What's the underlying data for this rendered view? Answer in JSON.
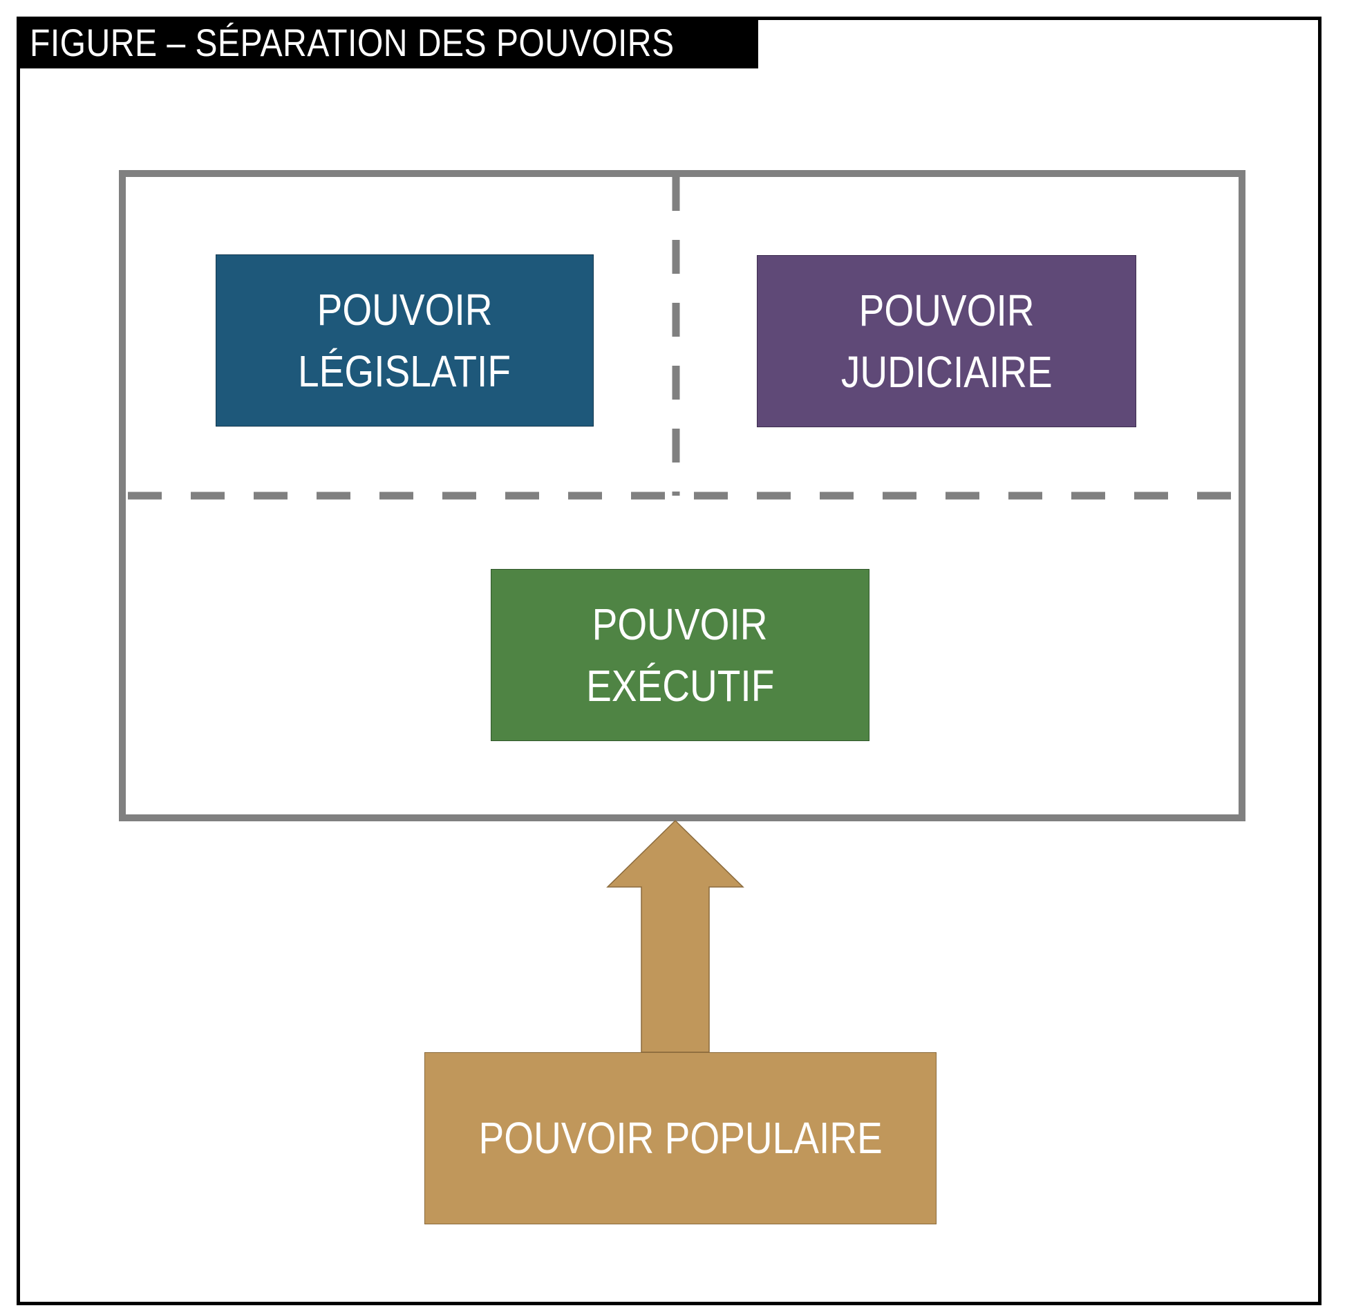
{
  "figure": {
    "title": "FIGURE – SÉPARATION DES POUVOIRS"
  },
  "powers": {
    "legislative": {
      "line1": "POUVOIR",
      "line2": "LÉGISLATIF"
    },
    "judiciary": {
      "line1": "POUVOIR",
      "line2": "JUDICIAIRE"
    },
    "executive": {
      "line1": "POUVOIR",
      "line2": "EXÉCUTIF"
    },
    "popular": {
      "label": "POUVOIR POPULAIRE"
    }
  },
  "colors": {
    "legislative": "#1e587a",
    "judiciary": "#5f4977",
    "executive": "#4f8444",
    "popular": "#c0975b",
    "container_border": "#808080",
    "frame": "#000000"
  }
}
